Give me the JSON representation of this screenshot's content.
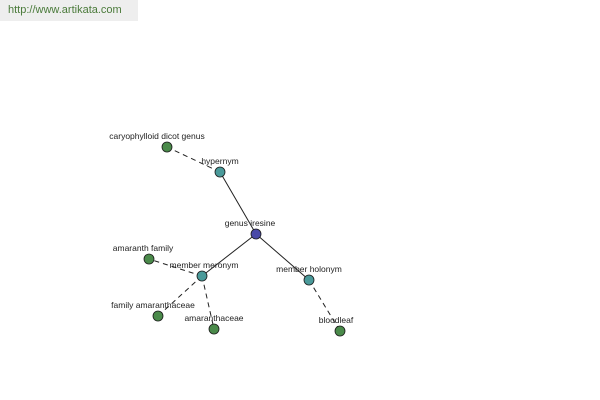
{
  "header": {
    "url": "http://www.artikata.com"
  },
  "colors": {
    "center_node": "#4a4aa8",
    "relation_node": "#4a9a9a",
    "leaf_node": "#4a8a4a"
  },
  "nodes": {
    "center": {
      "label": "genus iresine",
      "kind": "center"
    },
    "hypernym": {
      "label": "hypernym",
      "kind": "relation"
    },
    "member_meronym": {
      "label": "member meronym",
      "kind": "relation"
    },
    "member_holonym": {
      "label": "member holonym",
      "kind": "relation"
    },
    "caryophylloid": {
      "label": "caryophylloid dicot genus",
      "kind": "leaf"
    },
    "amaranth_family": {
      "label": "amaranth family",
      "kind": "leaf"
    },
    "family_amaranthaceae": {
      "label": "family amaranthaceae",
      "kind": "leaf"
    },
    "amaranthaceae": {
      "label": "amaranthaceae",
      "kind": "leaf"
    },
    "bloodleaf": {
      "label": "bloodleaf",
      "kind": "leaf"
    }
  }
}
